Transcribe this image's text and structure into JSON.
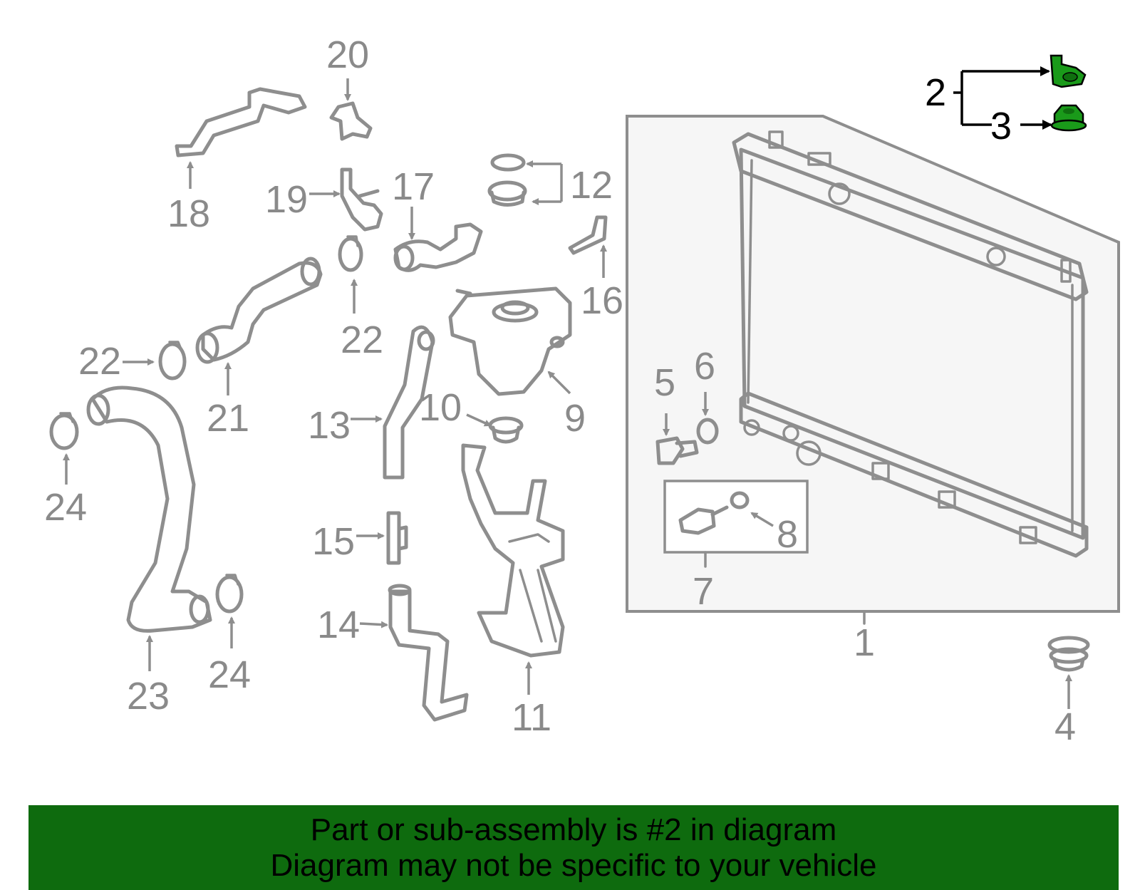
{
  "labels": {
    "l1": "1",
    "l2": "2",
    "l3": "3",
    "l4": "4",
    "l5": "5",
    "l6": "6",
    "l7": "7",
    "l8": "8",
    "l9": "9",
    "l10": "10",
    "l11": "11",
    "l12": "12",
    "l13": "13",
    "l14": "14",
    "l15": "15",
    "l16": "16",
    "l17": "17",
    "l18": "18",
    "l19": "19",
    "l20": "20",
    "l21": "21",
    "l22a": "22",
    "l22b": "22",
    "l23": "23",
    "l24a": "24",
    "l24b": "24"
  },
  "banner": {
    "line1": "Part or sub-assembly is #2 in diagram",
    "line2": "Diagram may not be specific to your vehicle"
  },
  "colors": {
    "highlight_part": "#1a9a1a",
    "banner_bg": "#0e6b0e",
    "line_gray": "#8e8e8e"
  }
}
